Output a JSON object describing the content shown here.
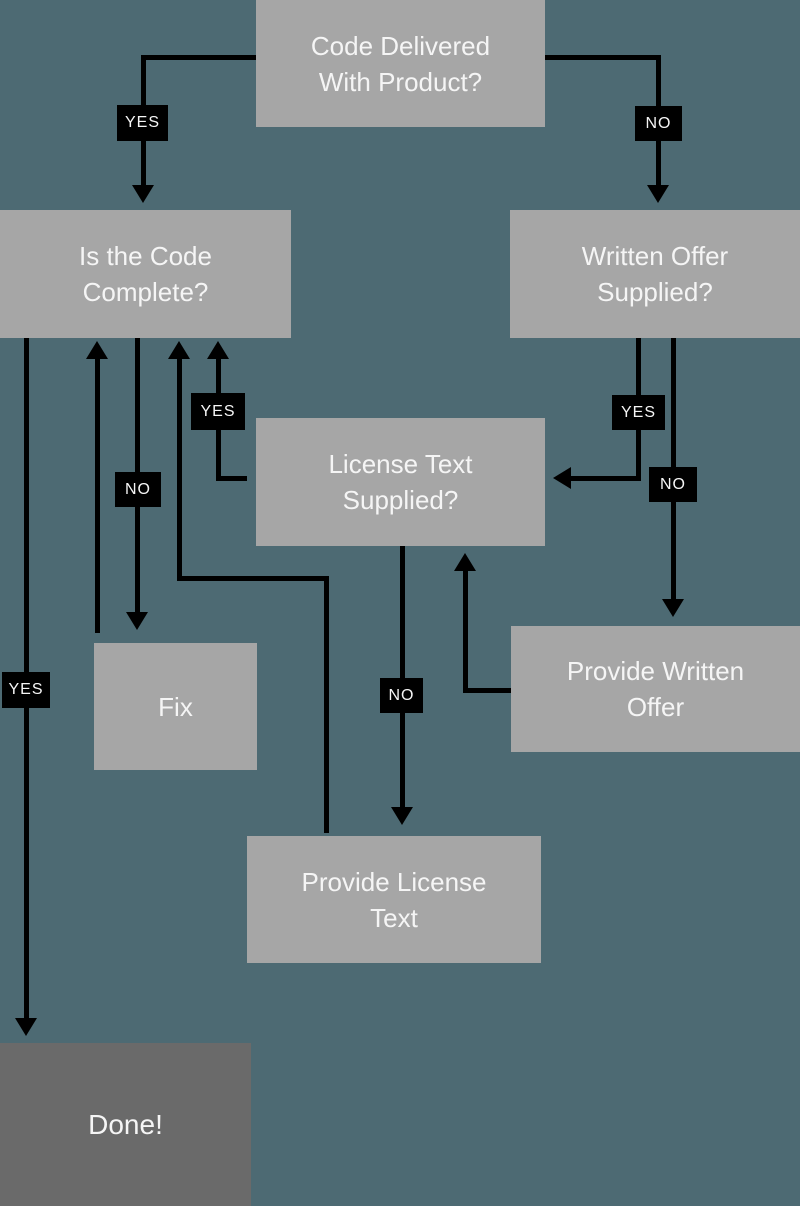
{
  "diagram": {
    "type": "flowchart",
    "nodes": {
      "code_delivered": {
        "label": "Code Delivered\nWith Product?"
      },
      "is_code_complete": {
        "label": "Is the Code\nComplete?"
      },
      "written_offer": {
        "label": "Written Offer\nSupplied?"
      },
      "license_text": {
        "label": "License Text\nSupplied?"
      },
      "fix": {
        "label": "Fix"
      },
      "provide_written_offer": {
        "label": "Provide Written\nOffer"
      },
      "provide_license_text": {
        "label": "Provide License\nText"
      },
      "done": {
        "label": "Done!"
      }
    },
    "badges": {
      "code_delivered_yes": {
        "label": "YES"
      },
      "code_delivered_no": {
        "label": "NO"
      },
      "license_text_yes": {
        "label": "YES"
      },
      "is_code_complete_no": {
        "label": "NO"
      },
      "written_offer_yes": {
        "label": "YES"
      },
      "written_offer_no": {
        "label": "NO"
      },
      "license_text_no": {
        "label": "NO"
      },
      "is_code_complete_yes": {
        "label": "YES"
      }
    },
    "edges": [
      {
        "from": "Code Delivered With Product?",
        "label": "YES",
        "to": "Is the Code Complete?"
      },
      {
        "from": "Code Delivered With Product?",
        "label": "NO",
        "to": "Written Offer Supplied?"
      },
      {
        "from": "Is the Code Complete?",
        "label": "YES",
        "to": "Done!"
      },
      {
        "from": "Is the Code Complete?",
        "label": "NO",
        "to": "Fix"
      },
      {
        "from": "Fix",
        "label": "",
        "to": "Is the Code Complete?"
      },
      {
        "from": "Written Offer Supplied?",
        "label": "YES",
        "to": "License Text Supplied?"
      },
      {
        "from": "Written Offer Supplied?",
        "label": "NO",
        "to": "Provide Written Offer"
      },
      {
        "from": "Provide Written Offer",
        "label": "",
        "to": "License Text Supplied?"
      },
      {
        "from": "License Text Supplied?",
        "label": "YES",
        "to": "Is the Code Complete?"
      },
      {
        "from": "License Text Supplied?",
        "label": "NO",
        "to": "Provide License Text"
      },
      {
        "from": "Provide License Text",
        "label": "",
        "to": "Is the Code Complete?"
      }
    ],
    "colors": {
      "background": "#4d6a73",
      "node_fill": "#a6a6a6",
      "done_fill": "#6a6a6a",
      "badge_fill": "#000000",
      "line_color": "#000000",
      "text_color": "#f5f5f5"
    }
  }
}
